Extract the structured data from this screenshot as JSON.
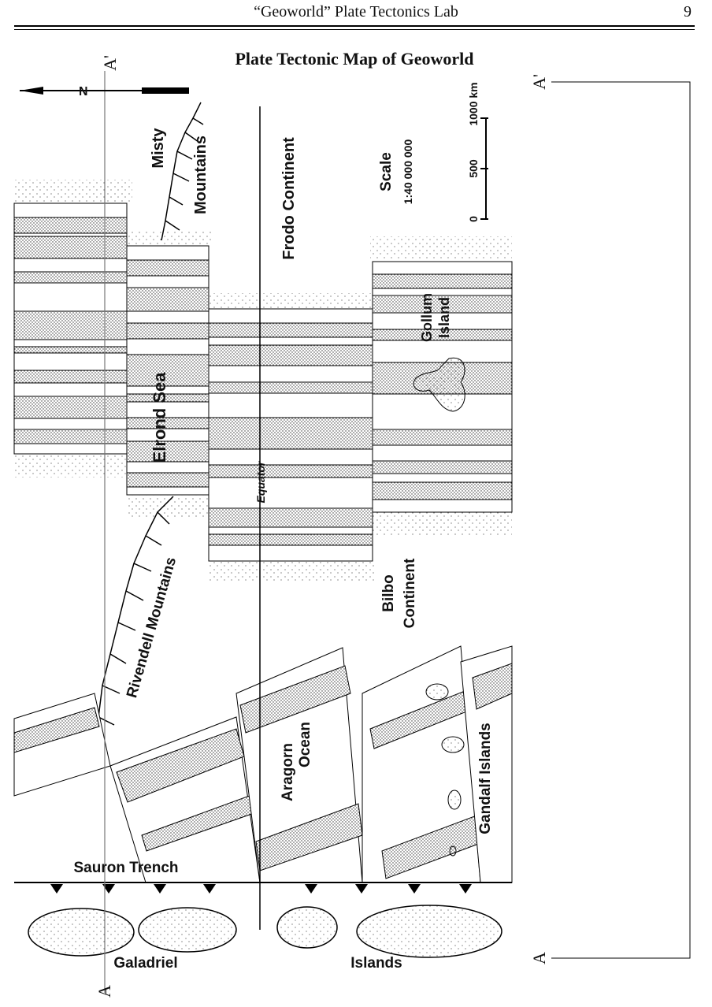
{
  "header": {
    "title": "“Geoworld” Plate Tectonics Lab",
    "page_number": "9"
  },
  "map": {
    "title": "Plate Tectonic Map of Geoworld",
    "north_arrow_label": "N",
    "scale": {
      "label": "Scale",
      "ratio": "1:40 000 000",
      "ticks": [
        "0",
        "500",
        "1000 km"
      ]
    },
    "labels": {
      "misty_a": "Misty",
      "misty_b": "Mountains",
      "frodo": "Frodo Continent",
      "gollum_a": "Gollum",
      "gollum_b": "Island",
      "elrond": "Elrond Sea",
      "equator": "Equator",
      "rivendell": "Rivendell Mountains",
      "bilbo_a": "Bilbo",
      "bilbo_b": "Continent",
      "aragorn_a": "Aragorn",
      "aragorn_b": "Ocean",
      "gandalf": "Gandalf Islands",
      "sauron": "Sauron Trench",
      "galadriel": "Galadriel",
      "islands": "Islands"
    },
    "section": {
      "top_left": "A'",
      "bottom_left": "A",
      "top_right": "A'",
      "bottom_right": "A"
    }
  }
}
